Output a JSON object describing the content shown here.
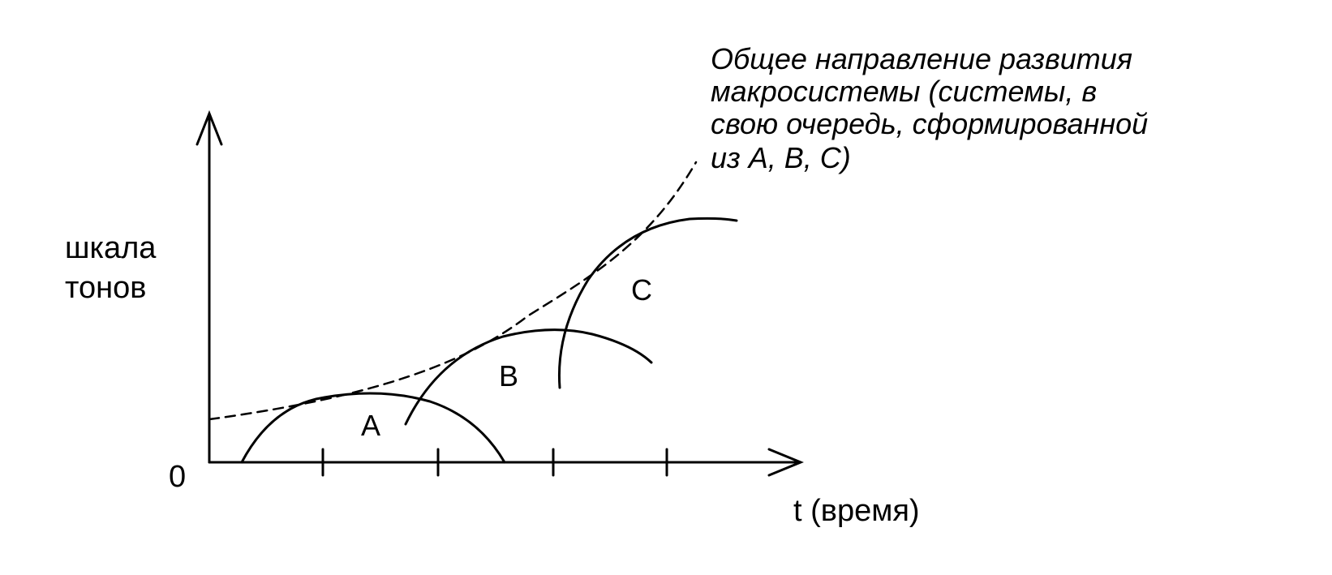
{
  "diagram": {
    "y_axis_label": [
      "шкала",
      "тонов"
    ],
    "origin_label": "0",
    "x_axis_label": "t (время)",
    "curve_labels": {
      "a": "A",
      "b": "B",
      "c": "C"
    },
    "note_lines": [
      "Общее направление развития",
      "макросистемы (системы, в",
      "свою очередь, сформированной",
      "из  A, B, C)"
    ],
    "colors": {
      "ink": "#000000",
      "background": "#ffffff"
    }
  }
}
